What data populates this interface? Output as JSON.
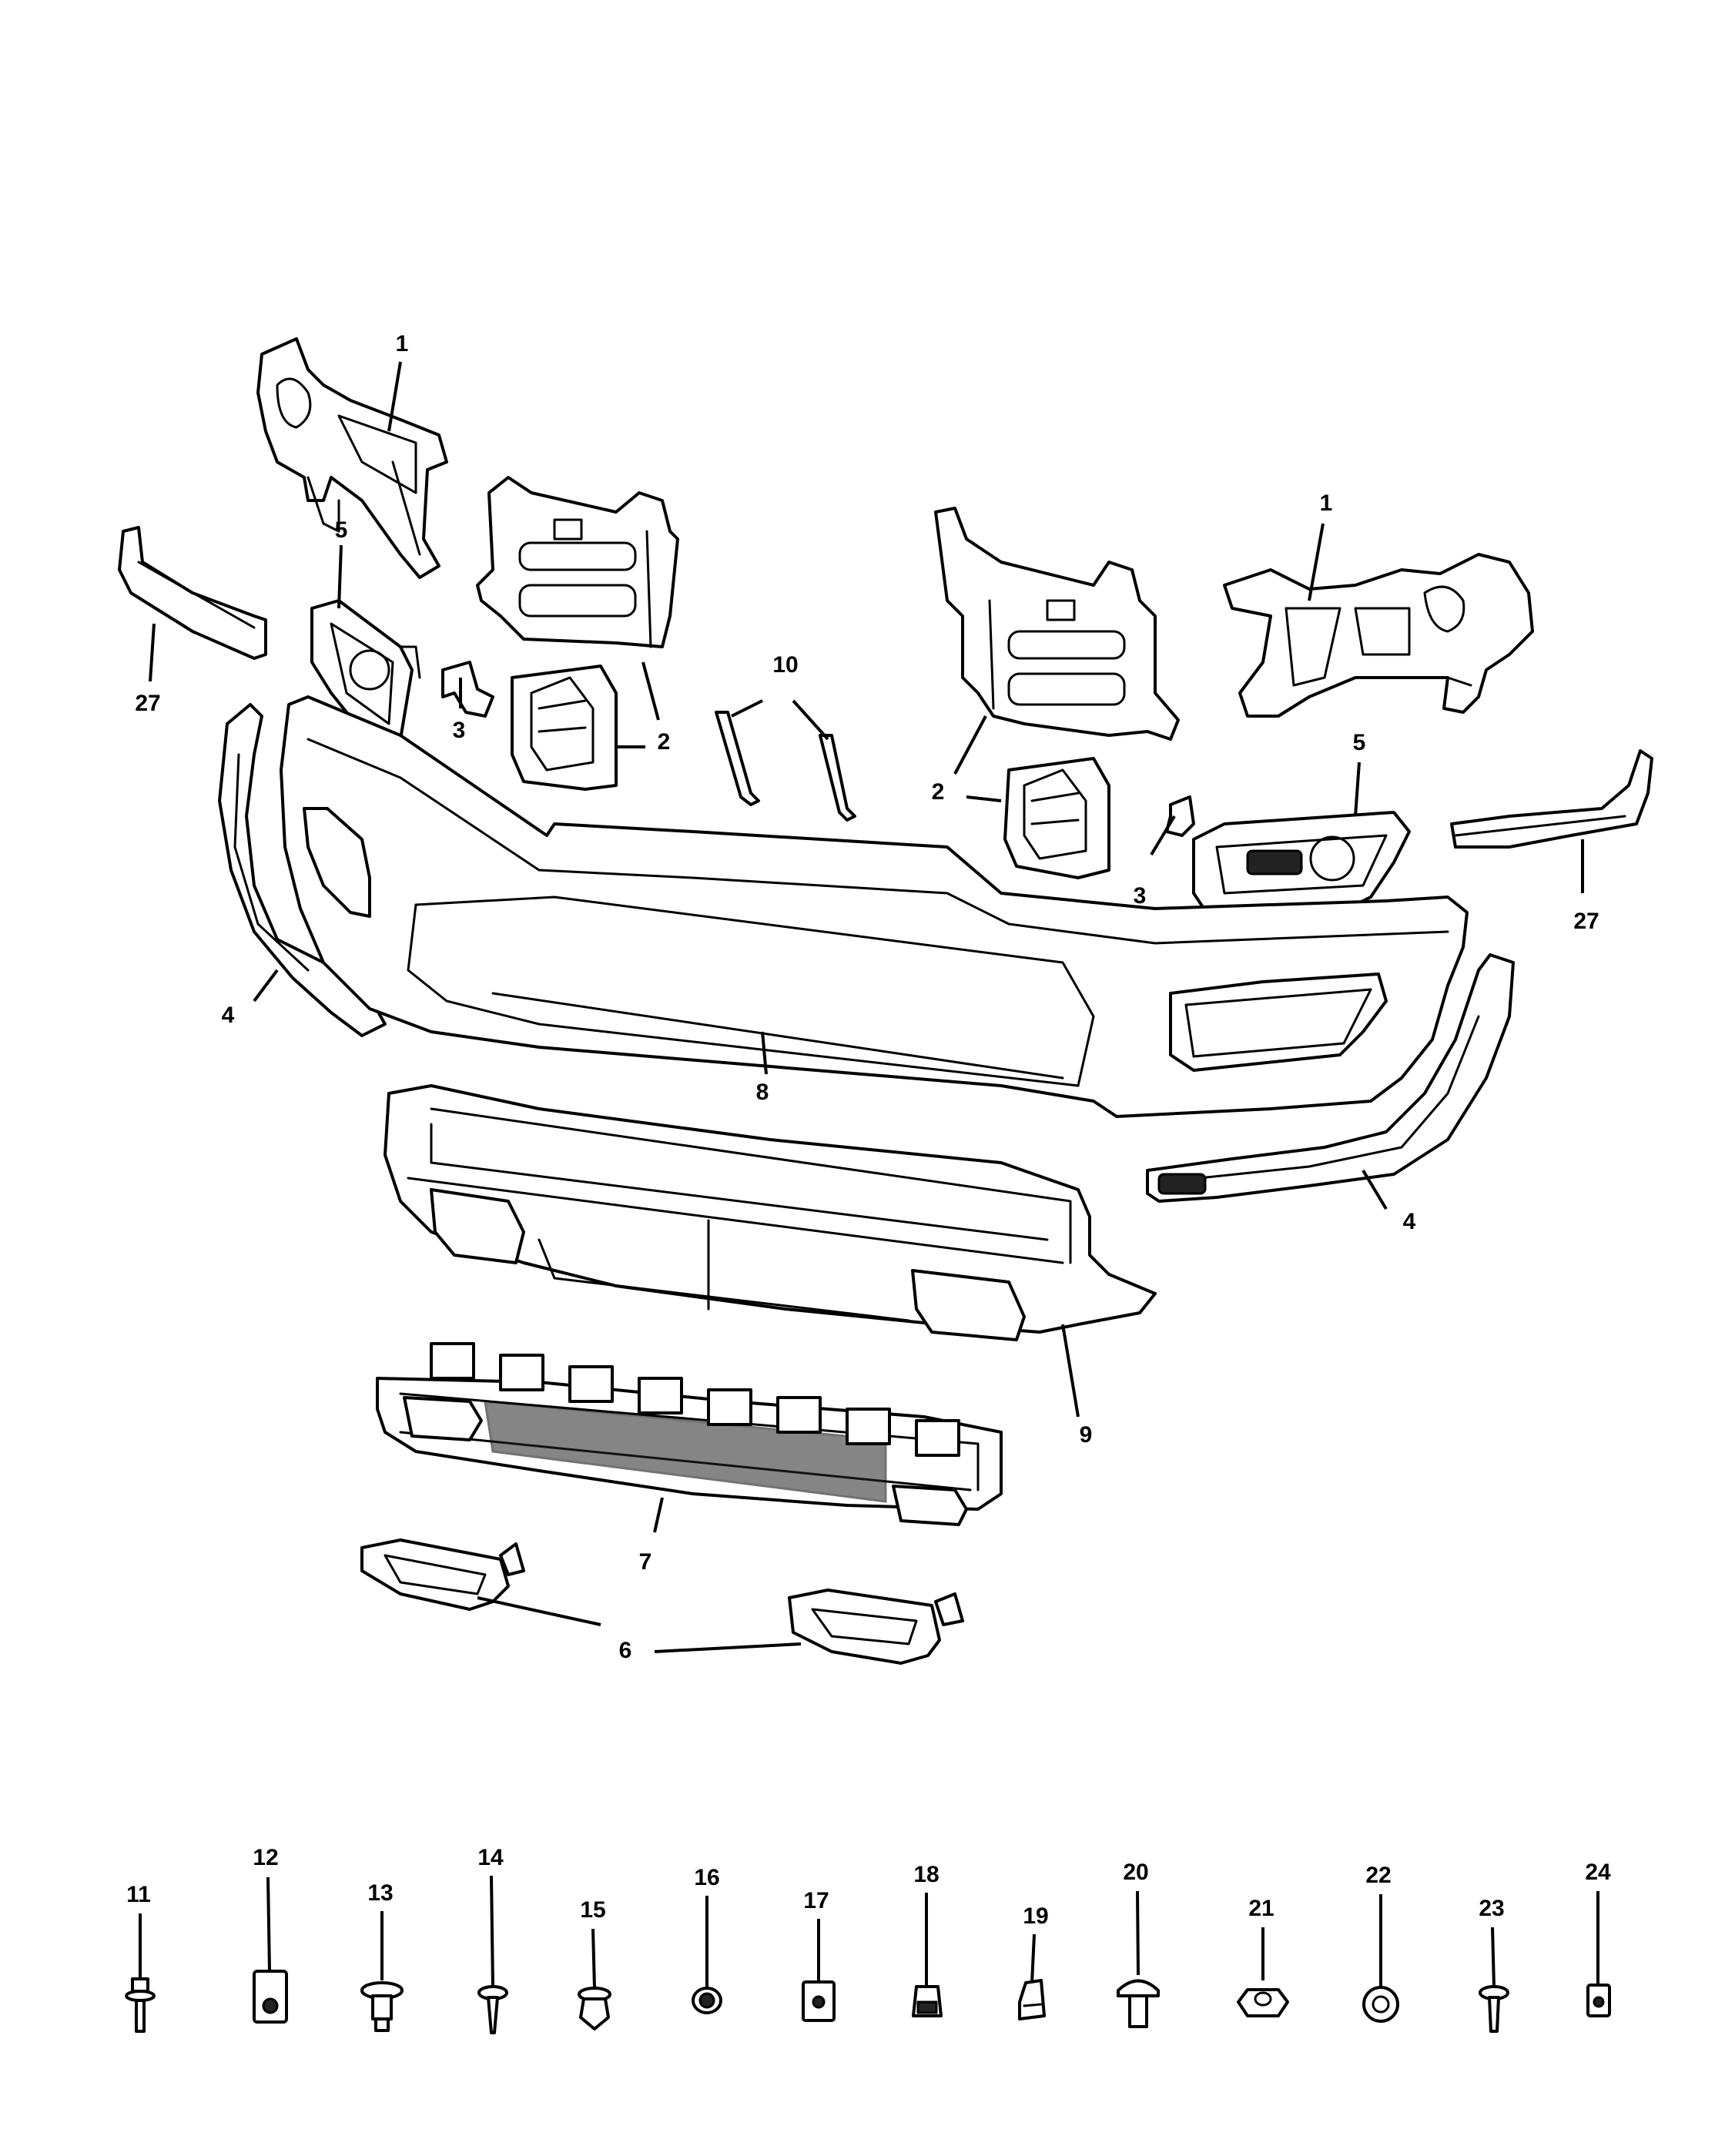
{
  "colors": {
    "line": "#000000",
    "fill": "#ffffff"
  },
  "callouts": [
    {
      "id": "c1a",
      "label": "1"
    },
    {
      "id": "c1b",
      "label": "1"
    },
    {
      "id": "c2a",
      "label": "2"
    },
    {
      "id": "c2b",
      "label": "2"
    },
    {
      "id": "c3a",
      "label": "3"
    },
    {
      "id": "c3b",
      "label": "3"
    },
    {
      "id": "c4a",
      "label": "4"
    },
    {
      "id": "c4b",
      "label": "4"
    },
    {
      "id": "c5a",
      "label": "5"
    },
    {
      "id": "c5b",
      "label": "5"
    },
    {
      "id": "c6",
      "label": "6"
    },
    {
      "id": "c7",
      "label": "7"
    },
    {
      "id": "c8",
      "label": "8"
    },
    {
      "id": "c9",
      "label": "9"
    },
    {
      "id": "c10",
      "label": "10"
    },
    {
      "id": "c27a",
      "label": "27"
    },
    {
      "id": "c27b",
      "label": "27"
    }
  ],
  "fasteners": [
    {
      "label": "11",
      "icon": "bolt-flange-icon"
    },
    {
      "label": "12",
      "icon": "u-nut-icon"
    },
    {
      "label": "13",
      "icon": "push-pin-icon"
    },
    {
      "label": "14",
      "icon": "rivet-icon"
    },
    {
      "label": "15",
      "icon": "push-clip-icon"
    },
    {
      "label": "16",
      "icon": "round-clip-icon"
    },
    {
      "label": "17",
      "icon": "square-nut-icon"
    },
    {
      "label": "18",
      "icon": "spring-clip-icon"
    },
    {
      "label": "19",
      "icon": "bracket-clip-icon"
    },
    {
      "label": "20",
      "icon": "rivet-head-icon"
    },
    {
      "label": "21",
      "icon": "hex-nut-icon"
    },
    {
      "label": "22",
      "icon": "star-nut-icon"
    },
    {
      "label": "23",
      "icon": "screw-icon"
    },
    {
      "label": "24",
      "icon": "speed-nut-icon"
    }
  ]
}
